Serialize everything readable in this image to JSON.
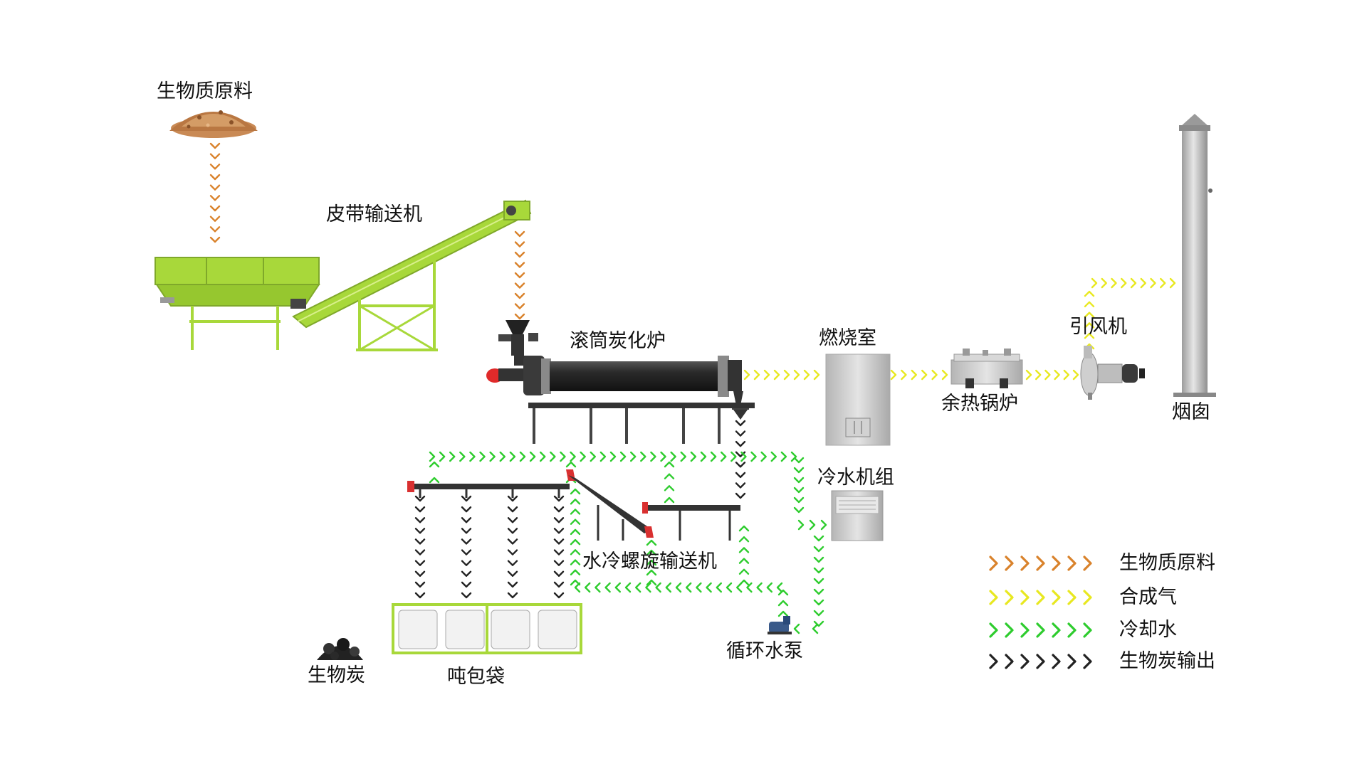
{
  "colors": {
    "biomass": "#d9822b",
    "syngas": "#e8e820",
    "cooling_water": "#2ecc2e",
    "biochar": "#222222",
    "equipment_green": "#a8d83a",
    "equipment_gray": "#c8c8c8",
    "kiln_black": "#2a2a2a"
  },
  "labels": {
    "biomass_raw": "生物质原料",
    "belt_conveyor": "皮带输送机",
    "rotary_kiln": "滚筒炭化炉",
    "combustion_chamber": "燃烧室",
    "waste_heat_boiler": "余热锅炉",
    "induced_fan": "引风机",
    "chimney": "烟囱",
    "chiller": "冷水机组",
    "water_screw_conveyor": "水冷螺旋输送机",
    "circulation_pump": "循环水泵",
    "ton_bags": "吨包袋",
    "biochar": "生物炭"
  },
  "legend": [
    {
      "label": "生物质原料",
      "color_key": "biomass"
    },
    {
      "label": "合成气",
      "color_key": "syngas"
    },
    {
      "label": "冷却水",
      "color_key": "cooling_water"
    },
    {
      "label": "生物炭输出",
      "color_key": "biochar"
    }
  ],
  "icons": {
    "biomass_pile": "wood-chip-pile-icon",
    "biochar_pile": "charcoal-pile-icon",
    "flow_arrow": "chevron-arrow-icon"
  }
}
